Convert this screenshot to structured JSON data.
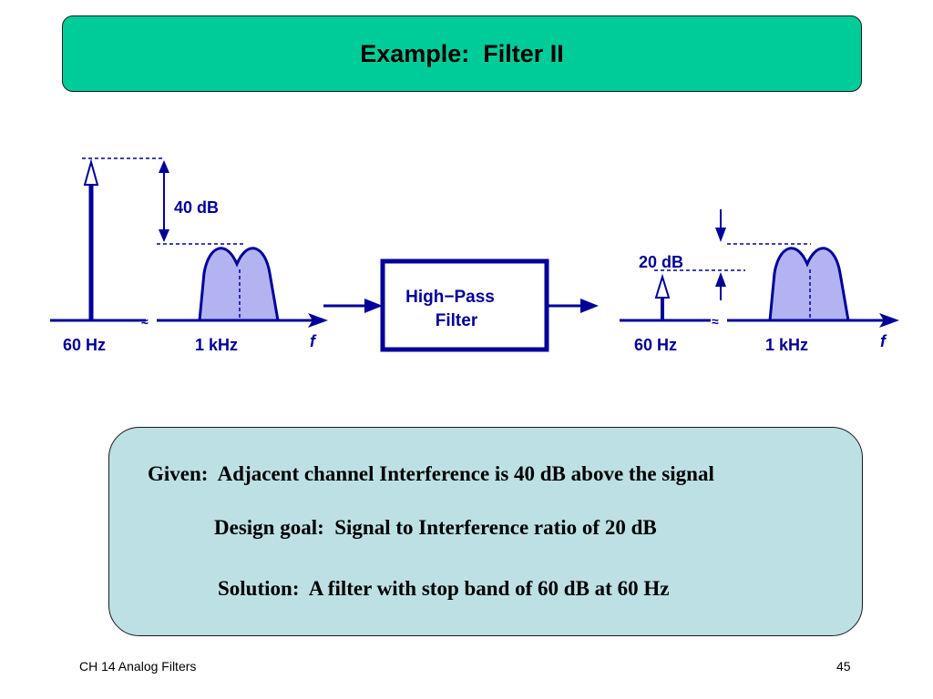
{
  "slide": {
    "title": "Example:  Filter II"
  },
  "diagram": {
    "input": {
      "freq_low_label": "60 Hz",
      "freq_high_label": "1 kHz",
      "axis_label": "f",
      "gap_label": "40 dB"
    },
    "filter": {
      "label_line1": "High−Pass",
      "label_line2": "Filter"
    },
    "output": {
      "freq_low_label": "60 Hz",
      "freq_high_label": "1 kHz",
      "axis_label": "f",
      "gap_label": "20 dB"
    },
    "colors": {
      "line": "#000099",
      "band_fill": "#b3b3f2"
    }
  },
  "info": {
    "line1": "Given:  Adjacent channel Interference is 40 dB above the signal",
    "line2": "Design goal:  Signal to Interference ratio of 20 dB",
    "line3": "Solution:  A filter with stop band of 60 dB at 60 Hz"
  },
  "footer": {
    "left": "CH 14 Analog Filters",
    "right": "45"
  }
}
